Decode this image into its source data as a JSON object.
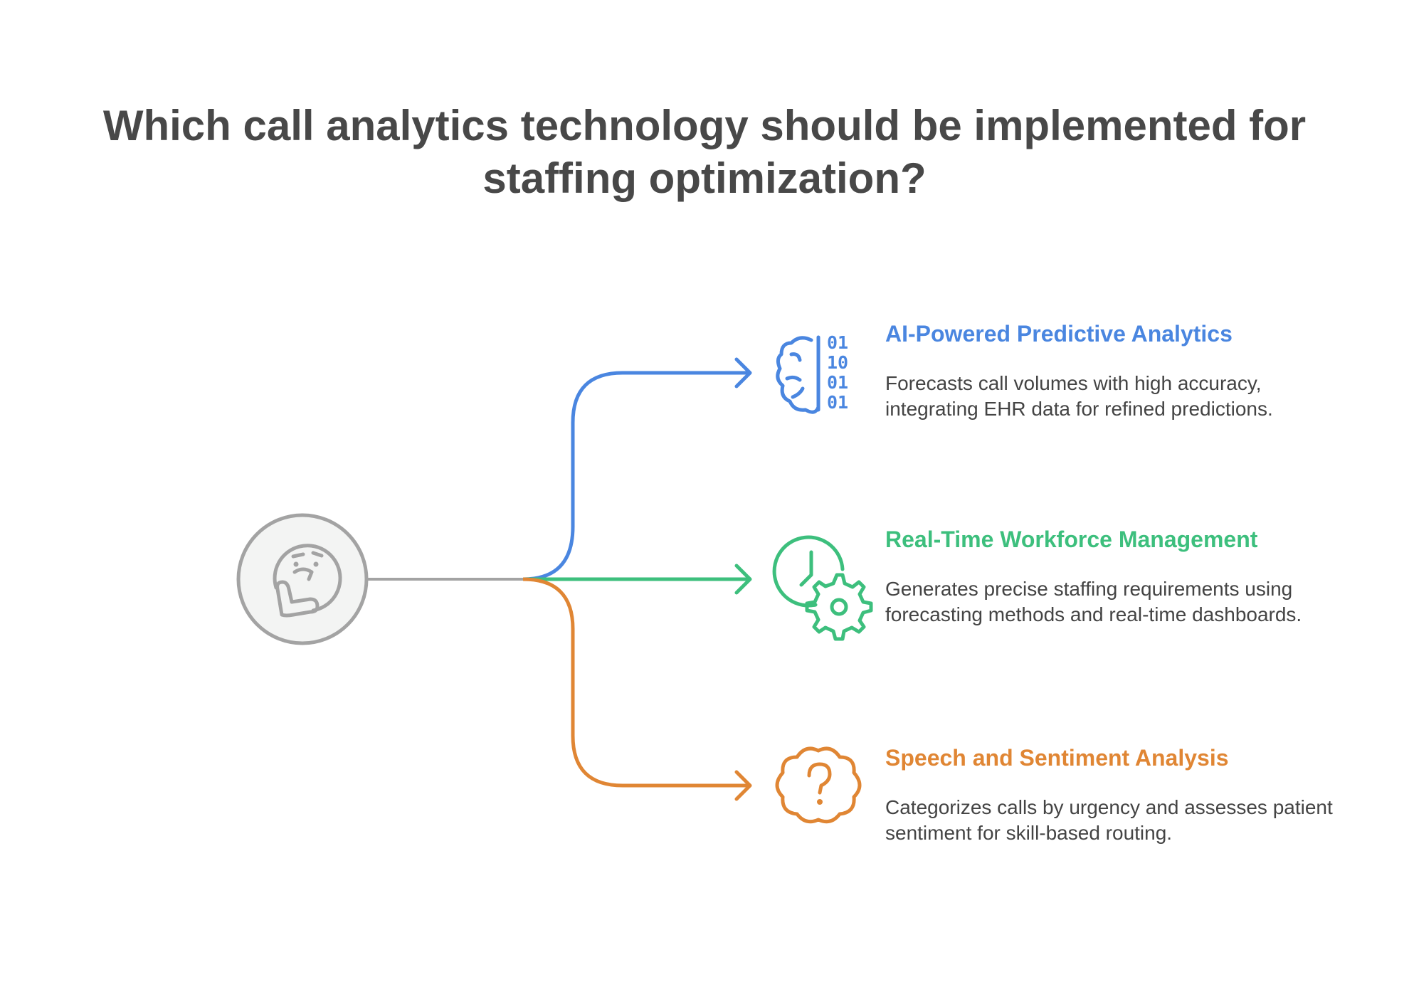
{
  "title": "Which call analytics technology should be implemented for staffing optimization?",
  "center_icon": "thinking-face-icon",
  "colors": {
    "title": "#484848",
    "center_stroke": "#a3a3a3",
    "center_fill": "#f3f4f3",
    "text": "#444444"
  },
  "options": [
    {
      "title": "AI-Powered Predictive Analytics",
      "description": "Forecasts call volumes with high accuracy, integrating EHR data for refined predictions.",
      "icon": "brain-binary-icon",
      "color": "#4a86e0"
    },
    {
      "title": "Real-Time Workforce Management",
      "description": "Generates precise staffing requirements using forecasting methods and real-time dashboards.",
      "icon": "clock-gear-icon",
      "color": "#3dbf7d"
    },
    {
      "title": "Speech and Sentiment Analysis",
      "description": "Categorizes calls by urgency and assesses patient sentiment for skill-based routing.",
      "icon": "question-badge-icon",
      "color": "#e08634"
    }
  ]
}
